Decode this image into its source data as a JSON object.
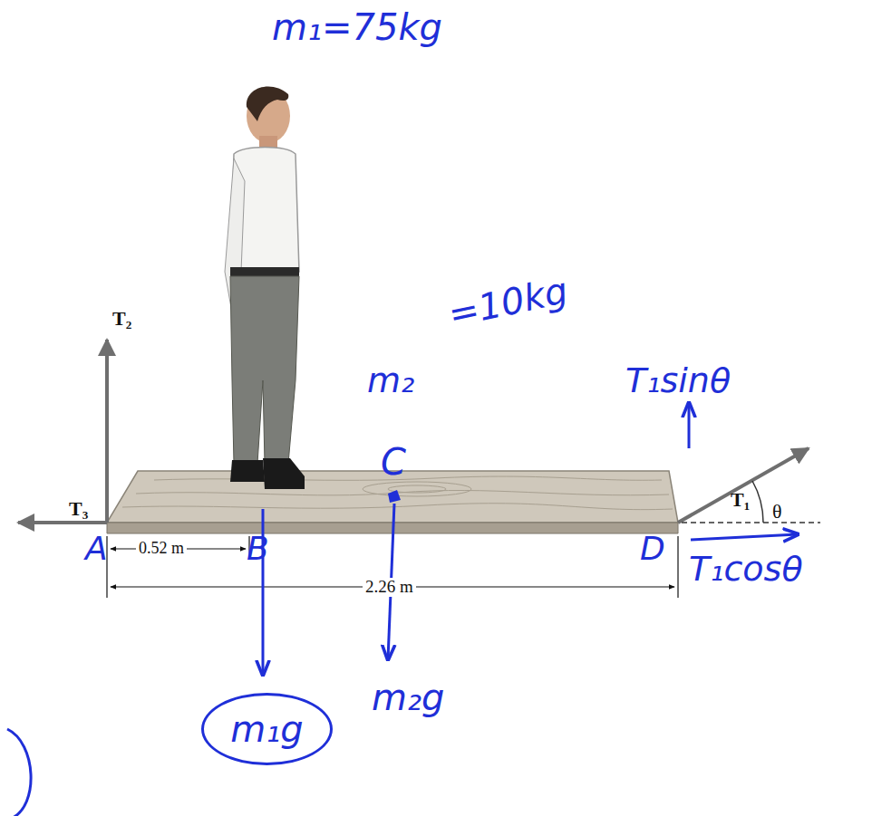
{
  "diagram": {
    "nodes": [
      {
        "text": [
          "m₁g"
        ]
      }
    ],
    "labels": [
      "m₁=75kg",
      "T₂",
      "T₃",
      "m₂",
      "=10kg",
      "C",
      "T₁sinθ",
      "T₁",
      "θ",
      "A",
      "B",
      "0.52 m",
      "2.26 m",
      "D",
      "T₁cosθ",
      "m₂g"
    ]
  }
}
